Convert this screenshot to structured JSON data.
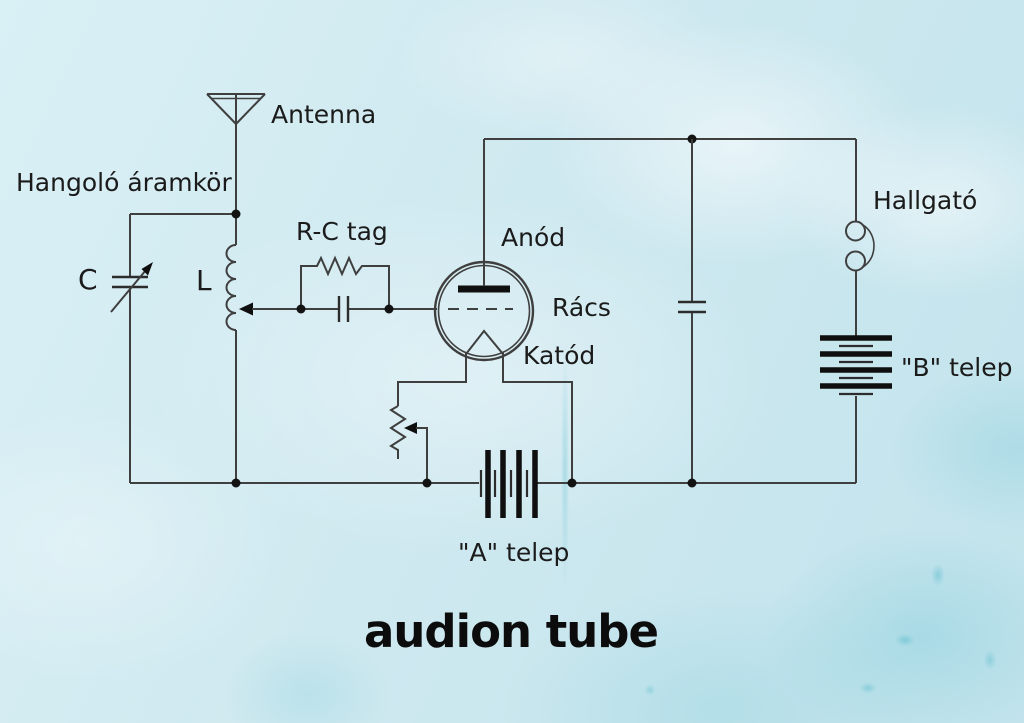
{
  "colors": {
    "background_base": "#cfe9f0",
    "background_speckle": "#7ecbd9",
    "wire": "#3f3f3f",
    "ink": "#0f0f0f",
    "text": "#1b1b1b"
  },
  "diagram": {
    "title": "audion tube",
    "labels": {
      "antenna": "Antenna",
      "tuning_circuit": "Hangoló áramkör",
      "variable_capacitor": "C",
      "inductor": "L",
      "rc_element": "R-C tag",
      "anode": "Anód",
      "grid": "Rács",
      "cathode": "Katód",
      "headphones": "Hallgató",
      "b_battery": "\"B\" telep",
      "a_battery": "\"A\" telep"
    }
  }
}
